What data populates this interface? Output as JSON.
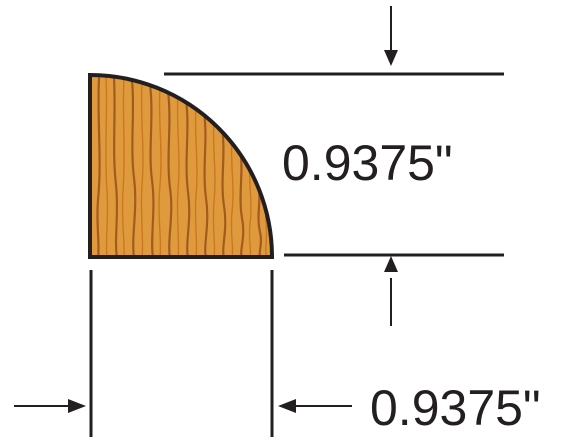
{
  "dimensions": {
    "height_label": "0.9375\"",
    "width_label": "0.9375\""
  },
  "colors": {
    "wood_fill": "#e09a3e",
    "wood_grain": "#a35a1f",
    "outline": "#231f20"
  },
  "icons": {
    "profile": "quarter-round-molding-profile",
    "arrows": "dimension-arrow-icon"
  }
}
